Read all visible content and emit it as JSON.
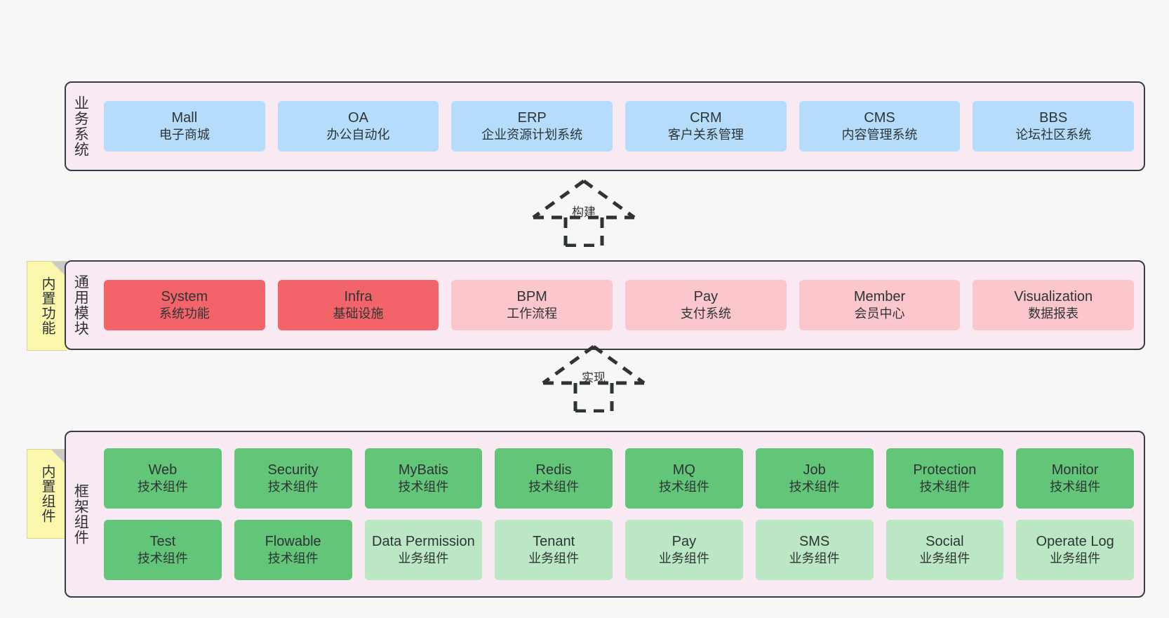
{
  "diagram": {
    "title": "system-architecture-layers",
    "colors": {
      "container_bg": "#f9e9f3",
      "container_border": "#3b3b47",
      "blue": "#b5ddfb",
      "red": "#f2646a",
      "pink": "#fbc6cc",
      "green": "#63c578",
      "light_green": "#bce7c4",
      "note_yellow": "#fbf8ad",
      "page_bg": "#f7f7f7"
    }
  },
  "sections": {
    "business": {
      "title": "业务系统",
      "cards": [
        {
          "name": "Mall",
          "desc": "电子商城",
          "style": "blue"
        },
        {
          "name": "OA",
          "desc": "办公自动化",
          "style": "blue"
        },
        {
          "name": "ERP",
          "desc": "企业资源计划系统",
          "style": "blue"
        },
        {
          "name": "CRM",
          "desc": "客户关系管理",
          "style": "blue"
        },
        {
          "name": "CMS",
          "desc": "内容管理系统",
          "style": "blue"
        },
        {
          "name": "BBS",
          "desc": "论坛社区系统",
          "style": "blue"
        }
      ]
    },
    "modules": {
      "title": "通用模块",
      "note": "内置功能",
      "cards": [
        {
          "name": "System",
          "desc": "系统功能",
          "style": "red"
        },
        {
          "name": "Infra",
          "desc": "基础设施",
          "style": "red"
        },
        {
          "name": "BPM",
          "desc": "工作流程",
          "style": "pink"
        },
        {
          "name": "Pay",
          "desc": "支付系统",
          "style": "pink"
        },
        {
          "name": "Member",
          "desc": "会员中心",
          "style": "pink"
        },
        {
          "name": "Visualization",
          "desc": "数据报表",
          "style": "pink"
        }
      ]
    },
    "framework": {
      "title": "框架组件",
      "note": "内置组件",
      "row1": [
        {
          "name": "Web",
          "desc": "技术组件",
          "style": "green"
        },
        {
          "name": "Security",
          "desc": "技术组件",
          "style": "green"
        },
        {
          "name": "MyBatis",
          "desc": "技术组件",
          "style": "green"
        },
        {
          "name": "Redis",
          "desc": "技术组件",
          "style": "green"
        },
        {
          "name": "MQ",
          "desc": "技术组件",
          "style": "green"
        },
        {
          "name": "Job",
          "desc": "技术组件",
          "style": "green"
        },
        {
          "name": "Protection",
          "desc": "技术组件",
          "style": "green"
        },
        {
          "name": "Monitor",
          "desc": "技术组件",
          "style": "green"
        }
      ],
      "row2": [
        {
          "name": "Test",
          "desc": "技术组件",
          "style": "green"
        },
        {
          "name": "Flowable",
          "desc": "技术组件",
          "style": "green"
        },
        {
          "name": "Data Permission",
          "desc": "业务组件",
          "style": "lgreen"
        },
        {
          "name": "Tenant",
          "desc": "业务组件",
          "style": "lgreen"
        },
        {
          "name": "Pay",
          "desc": "业务组件",
          "style": "lgreen"
        },
        {
          "name": "SMS",
          "desc": "业务组件",
          "style": "lgreen"
        },
        {
          "name": "Social",
          "desc": "业务组件",
          "style": "lgreen"
        },
        {
          "name": "Operate Log",
          "desc": "业务组件",
          "style": "lgreen"
        }
      ]
    }
  },
  "connectors": [
    {
      "id": "build",
      "label": "构建",
      "kind": "dashed-generalization-arrow",
      "direction": "up"
    },
    {
      "id": "implement",
      "label": "实现",
      "kind": "dashed-generalization-arrow",
      "direction": "up"
    }
  ]
}
